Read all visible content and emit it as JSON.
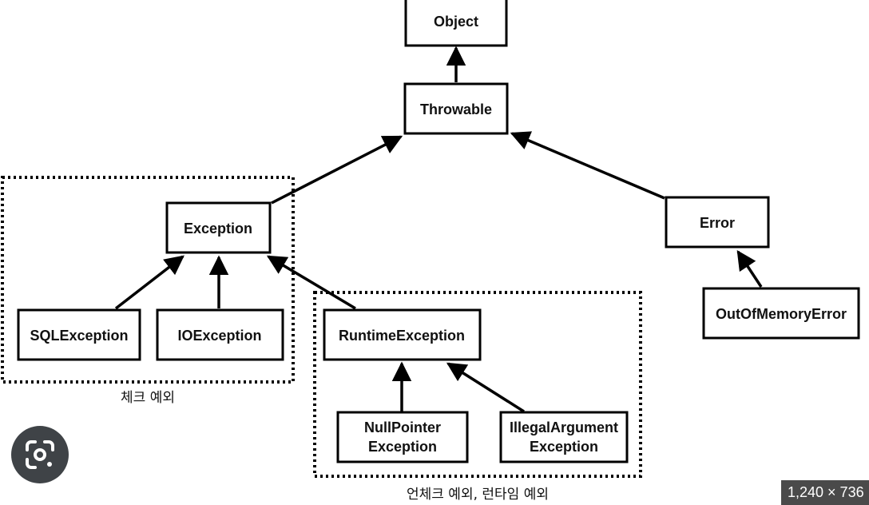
{
  "nodes": {
    "object": "Object",
    "throwable": "Throwable",
    "exception": "Exception",
    "error": "Error",
    "sql_exception": "SQLException",
    "io_exception": "IOException",
    "runtime_exception": "RuntimeException",
    "out_of_memory_error": "OutOfMemoryError",
    "null_pointer_exception": [
      "NullPointer",
      "Exception"
    ],
    "illegal_argument_exception": [
      "IllegalArgument",
      "Exception"
    ]
  },
  "groups": {
    "checked": "체크 예외",
    "unchecked": "언체크 예외, 런타임 예외"
  },
  "edges": [
    {
      "from": "throwable",
      "to": "object"
    },
    {
      "from": "exception",
      "to": "throwable"
    },
    {
      "from": "error",
      "to": "throwable"
    },
    {
      "from": "sql_exception",
      "to": "exception"
    },
    {
      "from": "io_exception",
      "to": "exception"
    },
    {
      "from": "runtime_exception",
      "to": "exception"
    },
    {
      "from": "out_of_memory_error",
      "to": "error"
    },
    {
      "from": "null_pointer_exception",
      "to": "runtime_exception"
    },
    {
      "from": "illegal_argument_exception",
      "to": "runtime_exception"
    }
  ],
  "overlay": {
    "lens_icon": "google-lens-icon",
    "dimensions": "1,240 × 736"
  }
}
